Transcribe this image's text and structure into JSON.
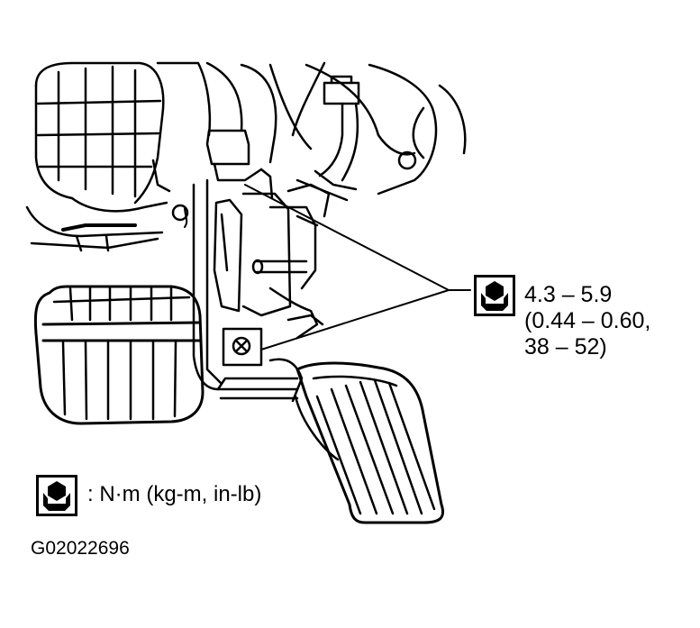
{
  "torque_spec": {
    "line1": "4.3 – 5.9",
    "line2": "(0.44 – 0.60,",
    "line3": "38 – 52)"
  },
  "legend": {
    "text": ": N·m (kg-m, in-lb)",
    "icon": "torque-wrench-icon"
  },
  "figure_id": "G02022696",
  "colors": {
    "ink": "#000000",
    "paper": "#ffffff"
  }
}
